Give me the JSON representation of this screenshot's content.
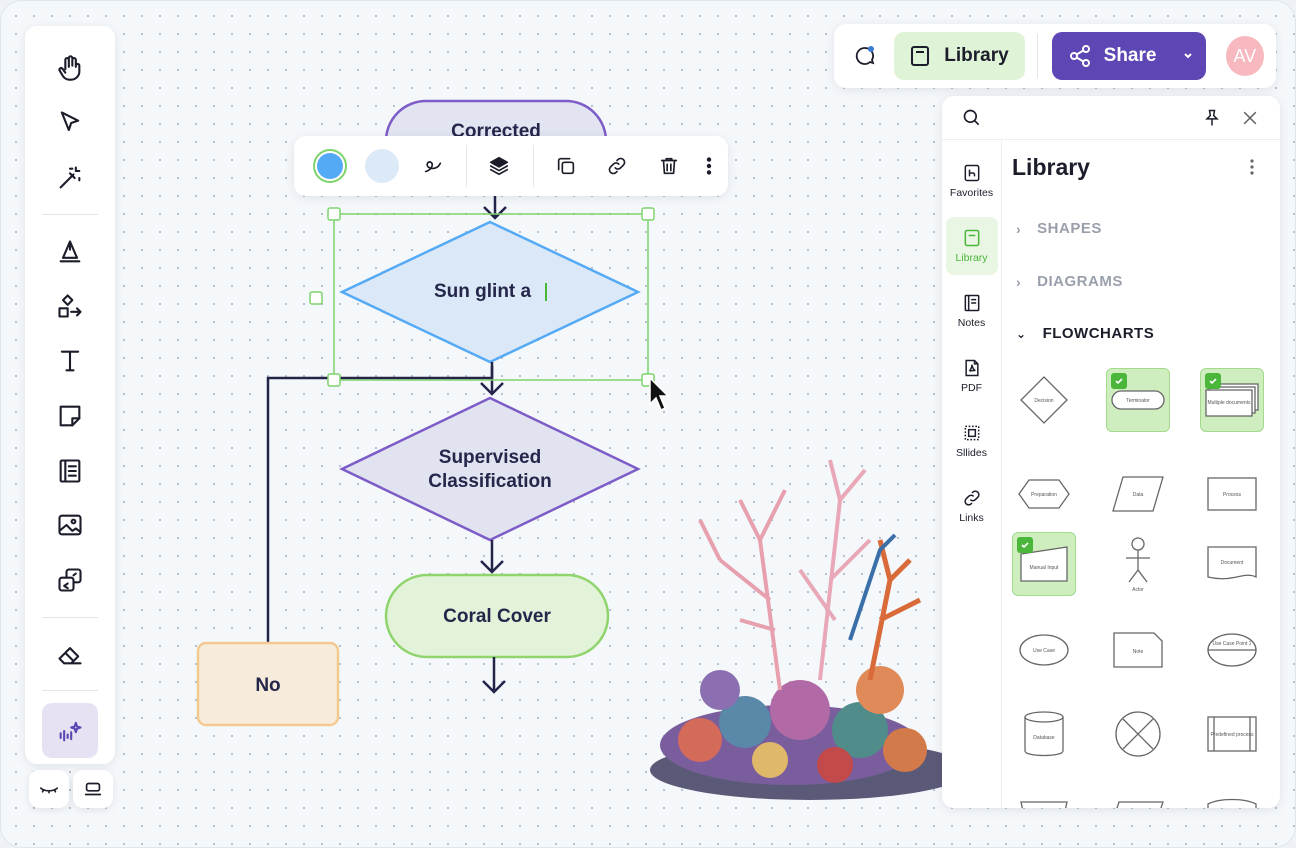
{
  "header": {
    "library_label": "Library",
    "share_label": "Share",
    "avatar_initials": "AV"
  },
  "colors": {
    "accent_purple": "#5e46b4",
    "accent_green": "#4ab63a",
    "selected_fill_a": "#55aaf5",
    "selected_fill_b": "#dce9f7"
  },
  "toolbar": {
    "tools": [
      "hand-icon",
      "pointer-icon",
      "magic-wand-icon",
      "pen-icon",
      "shapes-icon",
      "text-icon",
      "sticky-note-icon",
      "notes-icon",
      "image-icon",
      "embed-icon",
      "eraser-icon",
      "ai-sparkle-icon"
    ]
  },
  "flowchart": {
    "top_node": "Corrected",
    "selected_diamond": "Sun glint a",
    "diamond2_line1": "Supervised",
    "diamond2_line2": "Classification",
    "terminal": "Coral Cover",
    "no_box": "No"
  },
  "library": {
    "title": "Library",
    "nav": [
      {
        "label": "Favorites",
        "icon": "favorites-icon"
      },
      {
        "label": "Library",
        "icon": "library-icon"
      },
      {
        "label": "Notes",
        "icon": "notes-icon"
      },
      {
        "label": "PDF",
        "icon": "pdf-icon"
      },
      {
        "label": "Sllides",
        "icon": "slides-icon"
      },
      {
        "label": "Links",
        "icon": "link-icon"
      }
    ],
    "categories": [
      "SHAPES",
      "DIAGRAMS",
      "FLOWCHARTS"
    ],
    "shape_labels": {
      "decision": "Decision",
      "terminator": "Terminator",
      "multiple_documents": "Multiple documents",
      "preparation": "Preparation",
      "data": "Data",
      "process": "Process",
      "manual_input": "Manual Input",
      "actor": "Actor",
      "document": "Document",
      "use_case": "Use Case",
      "note": "Note",
      "use_case_point": "Use Case Point 1",
      "database": "Database",
      "predefined": "Predefined process"
    }
  }
}
